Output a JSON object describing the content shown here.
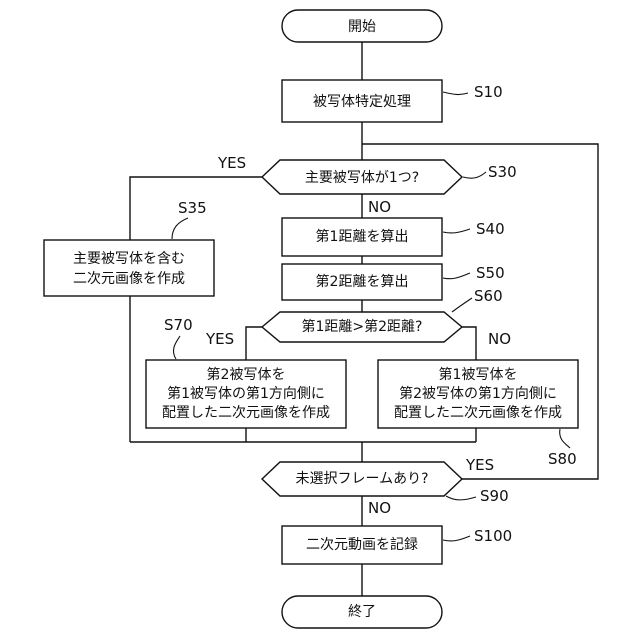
{
  "flowchart": {
    "start": "開始",
    "end": "終了",
    "steps": {
      "s10": {
        "text": "被写体特定処理",
        "label": "S10"
      },
      "s30": {
        "text": "主要被写体が1つ?",
        "label": "S30"
      },
      "s35": {
        "lines": [
          "主要被写体を含む",
          "二次元画像を作成"
        ],
        "label": "S35"
      },
      "s40": {
        "text": "第1距離を算出",
        "label": "S40"
      },
      "s50": {
        "text": "第2距離を算出",
        "label": "S50"
      },
      "s60": {
        "text": "第1距離>第2距離?",
        "label": "S60"
      },
      "s70": {
        "lines": [
          "第2被写体を",
          "第1被写体の第1方向側に",
          "配置した二次元画像を作成"
        ],
        "label": "S70"
      },
      "s80": {
        "lines": [
          "第1被写体を",
          "第2被写体の第1方向側に",
          "配置した二次元画像を作成"
        ],
        "label": "S80"
      },
      "s90": {
        "text": "未選択フレームあり?",
        "label": "S90"
      },
      "s100": {
        "text": "二次元動画を記録",
        "label": "S100"
      }
    },
    "branch_labels": {
      "s30_yes": "YES",
      "s30_no": "NO",
      "s60_yes": "YES",
      "s60_no": "NO",
      "s90_yes": "YES",
      "s90_no": "NO"
    }
  }
}
